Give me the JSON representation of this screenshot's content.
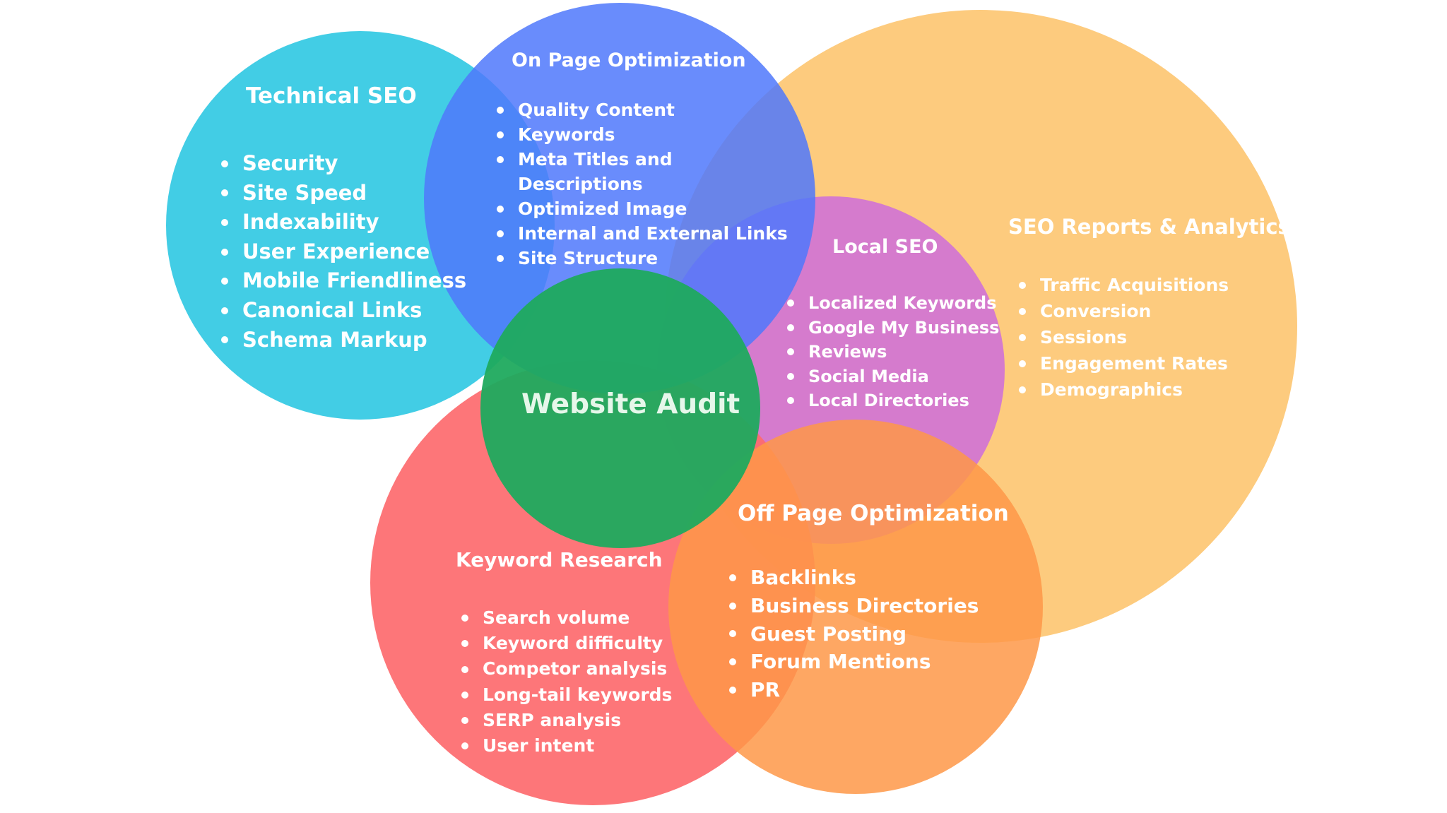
{
  "center": {
    "title": "Website Audit",
    "color": "#1faa5e",
    "text_color": "#e6f7ea"
  },
  "groups": {
    "technical": {
      "title": "Technical SEO",
      "color": "#3ccbe4",
      "items": [
        "Security",
        "Site Speed",
        "Indexability",
        "User Experience",
        "Mobile Friendliness",
        "Canonical Links",
        "Schema Markup"
      ]
    },
    "onpage": {
      "title": "On Page Optimization",
      "color": "#4f78fb",
      "items": [
        "Quality Content",
        "Keywords",
        "Meta Titles and",
        "Descriptions",
        "Optimized Image",
        "Internal and External Links",
        "Site Structure"
      ]
    },
    "reports": {
      "title": "SEO Reports & Analytics",
      "color": "#fdbf61",
      "items": [
        "Traffic Acquisitions",
        "Conversion",
        "Sessions",
        "Engagement Rates",
        "Demographics"
      ]
    },
    "local": {
      "title": "Local SEO",
      "color": "#cf6fd8",
      "items": [
        "Localized Keywords",
        "Google My Business",
        "Reviews",
        "Social Media",
        "Local Directories"
      ]
    },
    "keyword": {
      "title": "Keyword Research",
      "color": "#fd6a6e",
      "items": [
        "Search volume",
        "Keyword difficulty",
        "Competor analysis",
        "Long-tail keywords",
        "SERP analysis",
        "User intent"
      ]
    },
    "offpage": {
      "title": "Off Page Optimization",
      "color": "#fe9848",
      "items": [
        "Backlinks",
        "Business Directories",
        "Guest Posting",
        "Forum Mentions",
        "PR"
      ]
    }
  }
}
